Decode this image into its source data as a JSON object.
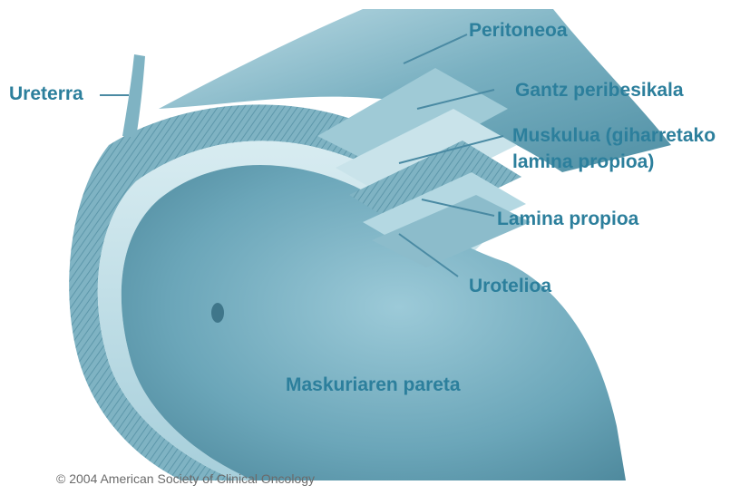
{
  "labels": {
    "ureterra": "Ureterra",
    "peritoneoa": "Peritoneoa",
    "gantz": "Gantz peribesikala",
    "muskulua_line1": "Muskulua (giharretako",
    "muskulua_line2": "lamina propioa)",
    "lamina_propioa": "Lamina propioa",
    "urotelioa": "Urotelioa",
    "maskuria": "Maskuriaren pareta"
  },
  "copyright": "© 2004 American Society of Clinical Oncology",
  "colors": {
    "label": "#2c7f9c",
    "tissue_dark": "#5f9cb0",
    "tissue_mid": "#8fbfcd",
    "tissue_light": "#c6e1e8",
    "leader_line": "#4a8aa3"
  }
}
